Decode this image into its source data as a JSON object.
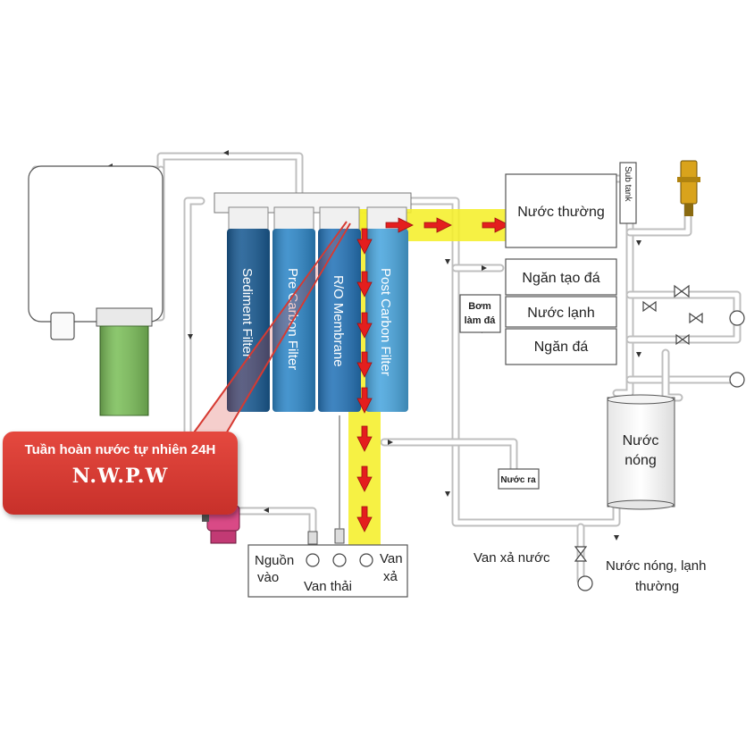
{
  "filters": [
    {
      "label": "Sediment Filter",
      "color": "#1a5b93"
    },
    {
      "label": "Pre Carbon Filter",
      "color": "#2e87c8"
    },
    {
      "label": "R/O Membrane",
      "color": "#2574b8"
    },
    {
      "label": "Post Carbon Filter",
      "color": "#4aa6de"
    }
  ],
  "tank": {
    "normal_water": "Nước thường",
    "sub_tank": "Sub tank",
    "ice_maker": "Ngăn tạo đá",
    "cold_water": "Nước lạnh",
    "ice_compartment": "Ngăn đá"
  },
  "ice_pump": {
    "line1": "Bơm",
    "line2": "làm đá"
  },
  "hot_tank": {
    "line1": "Nước",
    "line2": "nóng"
  },
  "water_out": "Nước ra",
  "inlets": {
    "source_line1": "Nguồn",
    "source_line2": "vào",
    "waste_valve": "Van thải",
    "drain_line1": "Van",
    "drain_line2": "xả"
  },
  "drain_valve": "Van xả nước",
  "outlet": {
    "line1": "Nước nóng, lạnh",
    "line2": "thường"
  },
  "callout": {
    "line1": "Tuần hoàn nước tự nhiên 24H",
    "line2": "N.W.P.W"
  },
  "colors": {
    "highlight": "#f5ef2a",
    "arrow": "#e41e1e",
    "callout": "#d63a32",
    "green_filter": "#7cbf5a",
    "pump": "#d94a86",
    "solenoid": "#d9a31c"
  }
}
